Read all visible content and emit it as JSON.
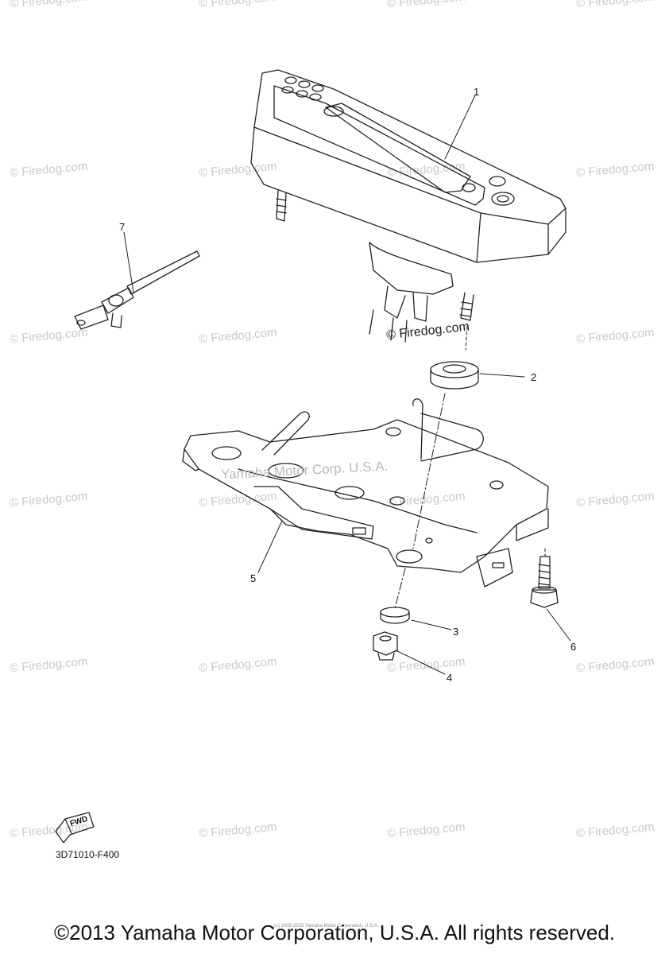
{
  "watermarks": {
    "text": "© Firedog.com",
    "positions": []
  },
  "callouts": [
    {
      "id": "1",
      "label": "1"
    },
    {
      "id": "2",
      "label": "2"
    },
    {
      "id": "3",
      "label": "3"
    },
    {
      "id": "4",
      "label": "4"
    },
    {
      "id": "5",
      "label": "5"
    },
    {
      "id": "6",
      "label": "6"
    },
    {
      "id": "7",
      "label": "7"
    }
  ],
  "inline_watermark": "© Firedog.com",
  "strap_watermark": "Yamaha Motor Corp. U.S.A.",
  "fwd_arrow_label": "FWD",
  "diagram_code": "3D71010-F400",
  "faint_credit": "(c) 2005-2015 Yamaha Motor Corporation, U.S.A.",
  "copyright": "©2013 Yamaha Motor Corporation, U.S.A. All rights reserved.",
  "colors": {
    "line": "#222222",
    "watermark": "#c9c9c9"
  }
}
